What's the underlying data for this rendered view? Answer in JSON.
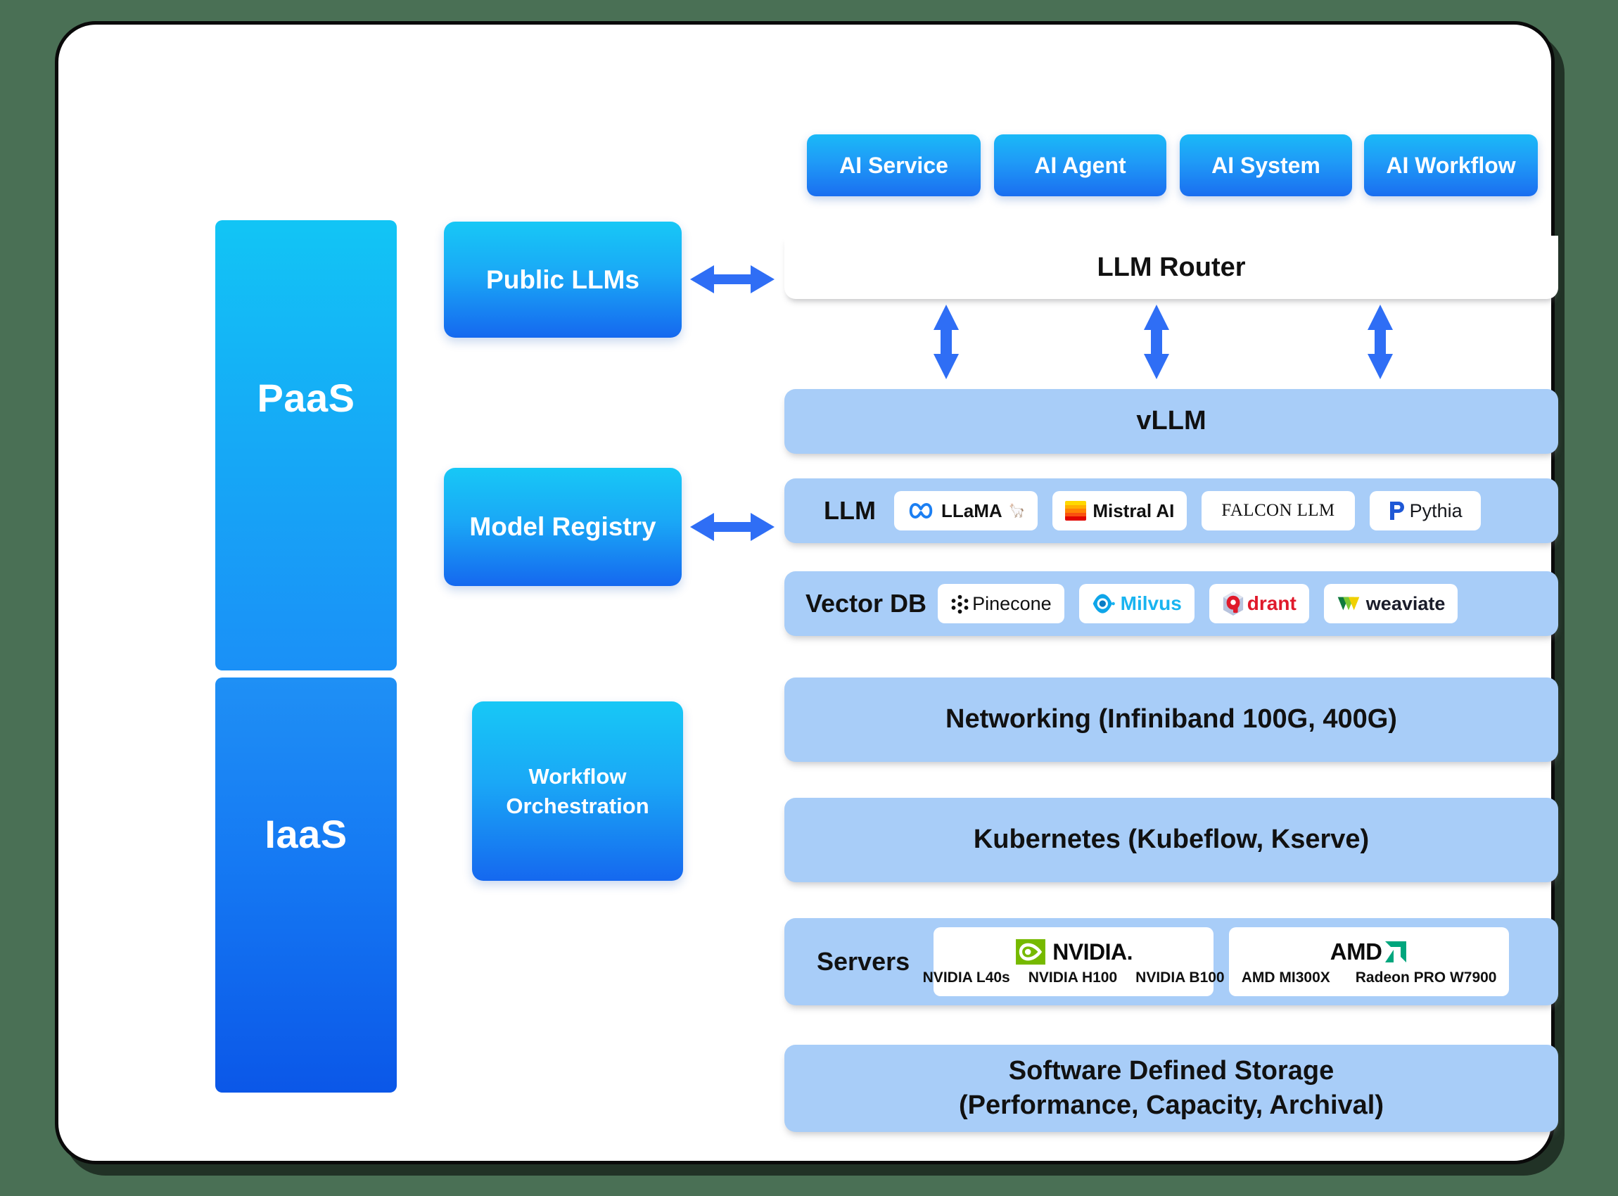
{
  "service_panels": [
    {
      "label": "PaaS"
    },
    {
      "label": "IaaS"
    }
  ],
  "top_buttons": [
    {
      "label": "AI Service"
    },
    {
      "label": "AI Agent"
    },
    {
      "label": "AI System"
    },
    {
      "label": "AI Workflow"
    }
  ],
  "left_boxes": {
    "public_llms": "Public LLMs",
    "model_registry": "Model Registry",
    "workflow_orchestration": "Workflow\nOrchestration",
    "workflow_line1": "Workflow",
    "workflow_line2": "Orchestration"
  },
  "router": {
    "label": "LLM Router"
  },
  "stack": {
    "vllm": {
      "label": "vLLM"
    },
    "llm": {
      "label": "LLM",
      "items": [
        {
          "name": "LLaMA",
          "icon": "meta-infinity-icon"
        },
        {
          "name": "Mistral AI",
          "icon": "mistral-bars-icon"
        },
        {
          "name": "FALCON LLM",
          "icon": "none"
        },
        {
          "name": "Pythia",
          "icon": "pythia-p-icon"
        }
      ]
    },
    "vectordb": {
      "label": "Vector DB",
      "items": [
        {
          "name": "Pinecone",
          "icon": "pinecone-hex-icon"
        },
        {
          "name": "Milvus",
          "icon": "milvus-eye-icon"
        },
        {
          "name": "drant",
          "icon": "qdrant-q-icon"
        },
        {
          "name": "weaviate",
          "icon": "weaviate-w-icon"
        }
      ]
    },
    "networking": {
      "label": "Networking (Infiniband 100G, 400G)"
    },
    "kubernetes": {
      "label": "Kubernetes (Kubeflow, Kserve)"
    },
    "servers": {
      "label": "Servers",
      "vendors": [
        {
          "brand": "NVIDIA.",
          "icon": "nvidia-eye-icon",
          "models": [
            "NVIDIA L40s",
            "NVIDIA H100",
            "NVIDIA B100"
          ]
        },
        {
          "brand": "AMD",
          "icon": "amd-arrow-icon",
          "models": [
            "AMD MI300X",
            "Radeon PRO W7900"
          ]
        }
      ]
    },
    "storage": {
      "line1": "Software Defined Storage",
      "line2": "(Performance, Capacity, Archival)"
    }
  },
  "colors": {
    "background": "#4a7055",
    "canvas": "#ffffff",
    "row_blue": "#a8cdf8",
    "accent_blue": "#2f6ef5",
    "paas_gradient_from": "#12c5f5",
    "paas_gradient_to": "#1a90f7",
    "iaas_gradient_from": "#1f90f5",
    "iaas_gradient_to": "#0b57e8",
    "nvidia_green": "#76b900",
    "amd_green": "#00a67d",
    "qdrant_red": "#e01a2b",
    "milvus_cyan": "#19b4f0"
  }
}
